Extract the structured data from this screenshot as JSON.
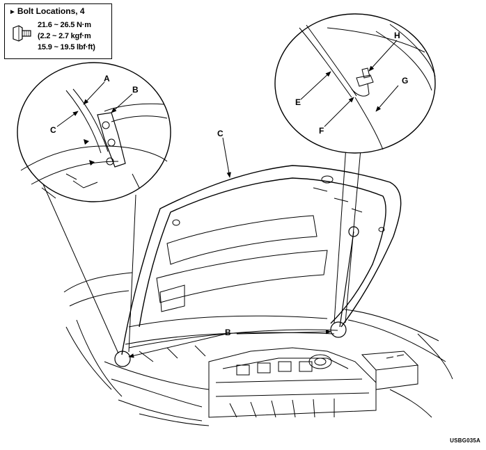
{
  "legend": {
    "marker": "►",
    "bolt_label": "Bolt Locations, 4",
    "torque_nm": "21.6 ~ 26.5 N·m",
    "torque_kgf": "(2.2 ~ 2.7 kgf·m",
    "torque_lbf": "15.9 ~ 19.5 lbf·ft)"
  },
  "callouts": {
    "a": "A",
    "b_detail": "B",
    "c_detail": "C",
    "c_hood": "C",
    "b_main": "B",
    "e": "E",
    "f": "F",
    "g": "G",
    "h": "H"
  },
  "figure_code": "USBG035A",
  "icons": {
    "bolt": "bolt-icon",
    "arrow": "pointer-arrow"
  },
  "colors": {
    "ink": "#000000",
    "paper": "#ffffff"
  }
}
